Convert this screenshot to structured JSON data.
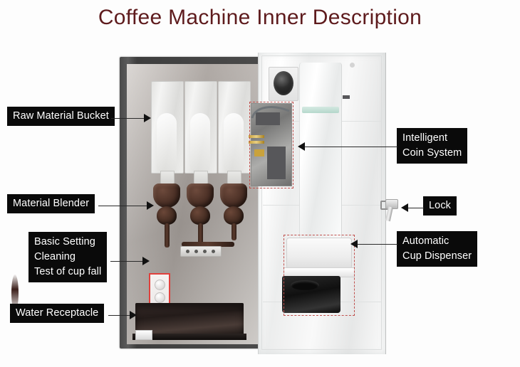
{
  "title": "Coffee Machine Inner Description",
  "title_color": "#5e1b1d",
  "label_bg_color": "#0a0a0a",
  "label_text_color": "#ffffff",
  "annotation_box_color": "#c0504d",
  "callouts": [
    {
      "id": "raw-material-bucket",
      "lines": [
        "Raw Material Bucket"
      ],
      "side": "left",
      "pointer": "arrow-right"
    },
    {
      "id": "material-blender",
      "lines": [
        "Material Blender"
      ],
      "side": "left",
      "pointer": "arrow-right"
    },
    {
      "id": "control-functions",
      "lines": [
        "Basic Setting",
        "Cleaning",
        "Test of cup fall"
      ],
      "side": "left",
      "pointer": "arrow-right"
    },
    {
      "id": "water-receptacle",
      "lines": [
        "Water Receptacle"
      ],
      "side": "left",
      "pointer": "arrow-right"
    },
    {
      "id": "intelligent-coin-system",
      "lines": [
        "Intelligent",
        "Coin System"
      ],
      "side": "right",
      "pointer": "arrow-left"
    },
    {
      "id": "lock",
      "lines": [
        "Lock"
      ],
      "side": "right",
      "pointer": "arrow-left"
    },
    {
      "id": "automatic-cup-dispenser",
      "lines": [
        "Automatic",
        "Cup Dispenser"
      ],
      "side": "right",
      "pointer": "arrow-left"
    }
  ],
  "labels": {
    "raw_material_bucket": "Raw Material Bucket",
    "material_blender": "Material Blender",
    "basic_setting": "Basic Setting",
    "cleaning": "Cleaning",
    "test_of_cup_fall": "Test of cup fall",
    "water_receptacle": "Water Receptacle",
    "intelligent": "Intelligent",
    "coin_system": "Coin System",
    "lock": "Lock",
    "automatic": "Automatic",
    "cup_dispenser": "Cup Dispenser"
  }
}
